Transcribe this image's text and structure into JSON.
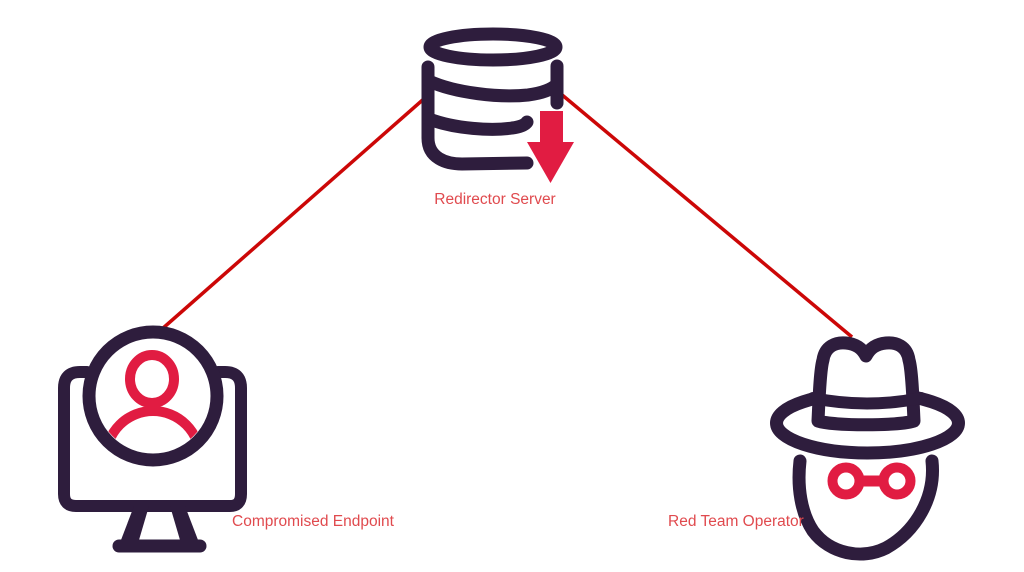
{
  "diagram": {
    "nodes": [
      {
        "id": "redirector-server",
        "label": "Redirector Server",
        "icon": "database-download-icon"
      },
      {
        "id": "compromised-endpoint",
        "label": "Compromised Endpoint",
        "icon": "monitor-user-icon"
      },
      {
        "id": "red-team-operator",
        "label": "Red Team Operator",
        "icon": "spy-fedora-icon"
      }
    ],
    "edges": [
      {
        "from": "compromised-endpoint",
        "to": "redirector-server"
      },
      {
        "from": "redirector-server",
        "to": "red-team-operator"
      }
    ],
    "colors": {
      "outline": "#2e1d3d",
      "accent": "#e11c42",
      "edge": "#cc0707",
      "label": "#e04a4e",
      "background": "#ffffff"
    }
  }
}
